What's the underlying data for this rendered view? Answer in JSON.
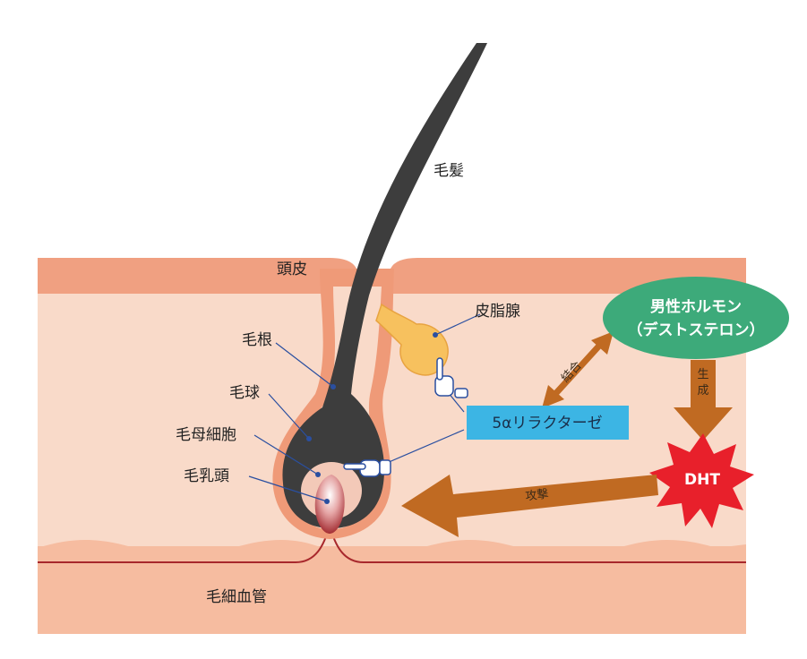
{
  "labels": {
    "hair": "毛髪",
    "scalp": "頭皮",
    "sebaceous_gland": "皮脂腺",
    "hair_root": "毛根",
    "hair_bulb": "毛球",
    "hair_matrix_cells": "毛母細胞",
    "dermal_papilla": "毛乳頭",
    "capillaries": "毛細血管",
    "enzyme": "5αリラクターゼ",
    "hormone_line1": "男性ホルモン",
    "hormone_line2": "（デストステロン）",
    "bind": "結合",
    "generate_1": "生",
    "generate_2": "成",
    "dht": "DHT",
    "attack": "攻撃"
  },
  "colors": {
    "epidermis": "#f0a081",
    "dermis": "#f9dac9",
    "lower_layer": "#f6bca0",
    "follicle_sheath": "#ef9a78",
    "hair": "#3d3d3d",
    "gland": "#f7c15e",
    "enzyme_box": "#3cb5e4",
    "hormone_ellipse": "#3daa7a",
    "arrow": "#c06a22",
    "dht_star": "#e8202b",
    "vessel": "#a8282c",
    "leader_line": "#2a4fa0"
  }
}
